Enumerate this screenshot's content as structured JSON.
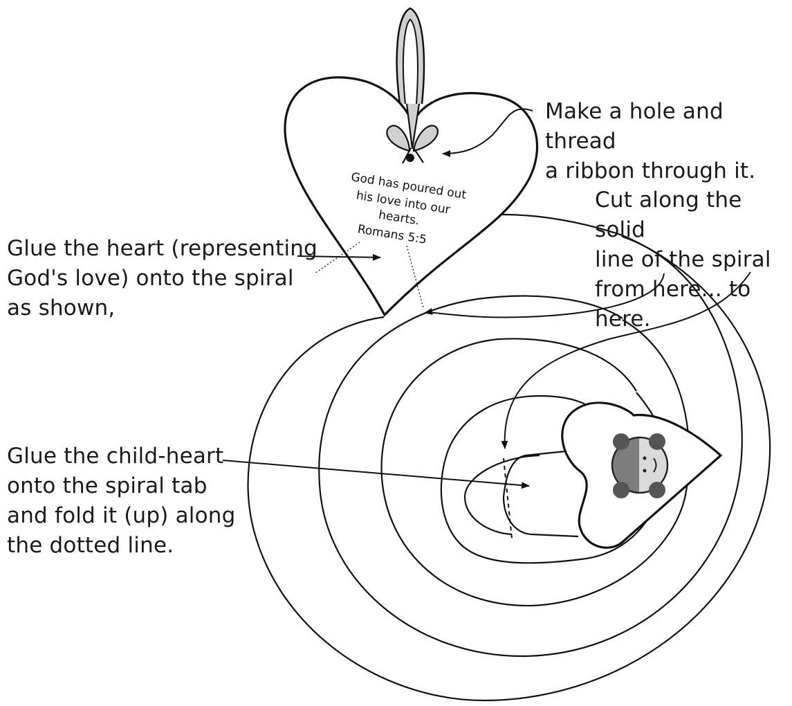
{
  "instructions": {
    "hole": "Make a hole and thread\na ribbon through it.",
    "cut": "Cut along the solid\nline of the spiral\nfrom here... to here.",
    "glue_heart": "Glue the heart (representing\nGod's love) onto the spiral\nas shown,",
    "glue_child": "Glue the child-heart\nonto the spiral tab\nand fold it (up) along\nthe dotted line."
  },
  "verse": {
    "line1": "God has poured out",
    "line2": "his love into our",
    "line3": "hearts.",
    "reference": "Romans 5:5"
  },
  "icons": {
    "ribbon": "ribbon-bow-icon",
    "child": "child-face-icon"
  }
}
